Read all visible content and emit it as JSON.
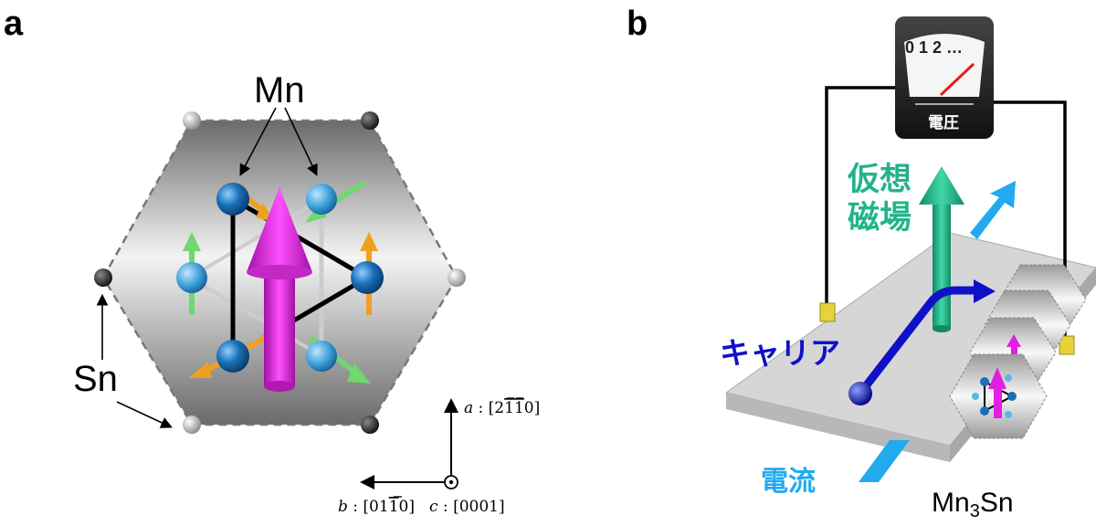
{
  "panel_a": {
    "label": "a",
    "mn_label": "Mn",
    "sn_label": "Sn",
    "axes": {
      "a_axis": "a : [2",
      "a_axis_over": "1̆1̆",
      "a_axis_end": "0]",
      "b_axis": "b : [01",
      "b_axis_over": "1̆",
      "b_axis_end": "0]",
      "c_axis": "c : [0001]"
    }
  },
  "panel_b": {
    "label": "b",
    "meter_scale": "0 1 2 …",
    "meter_label": "電圧",
    "virtual_field_line1": "仮想",
    "virtual_field_line2": "磁場",
    "carrier_label": "キャリア",
    "current_label": "電流",
    "material_main": "Mn",
    "material_sub": "3",
    "material_end": "Sn"
  },
  "colors": {
    "magenta": "#e020e0",
    "mn_blue": "#1a6fb8",
    "orange": "#f0a020",
    "green": "#6fd86f",
    "teal": "#22b38a",
    "cyan": "#22aaee",
    "carrier_blue": "#1010c8"
  }
}
